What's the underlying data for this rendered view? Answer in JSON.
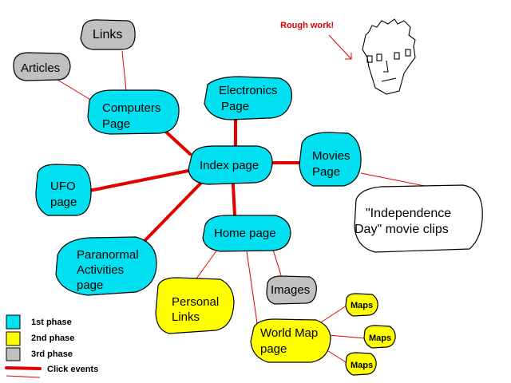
{
  "colors": {
    "phase1": "#00e0f0",
    "phase2": "#ffff00",
    "phase3": "#c0c0c0",
    "link": "#e00000",
    "note": "#e00000",
    "white": "#ffffff"
  },
  "nodes": {
    "index": {
      "lines": [
        "Index page"
      ],
      "phase": "1"
    },
    "computers": {
      "lines": [
        "Computers",
        "Page"
      ],
      "phase": "1"
    },
    "electronics": {
      "lines": [
        "Electronics",
        "Page"
      ],
      "phase": "1"
    },
    "movies": {
      "lines": [
        "Movies",
        "Page"
      ],
      "phase": "1"
    },
    "ufo": {
      "lines": [
        "UFO",
        "page"
      ],
      "phase": "1"
    },
    "paranormal": {
      "lines": [
        "Paranormal",
        "Activities",
        "page"
      ],
      "phase": "1"
    },
    "home": {
      "lines": [
        "Home page"
      ],
      "phase": "1"
    },
    "links": {
      "lines": [
        "Links"
      ],
      "phase": "3"
    },
    "articles": {
      "lines": [
        "Articles"
      ],
      "phase": "3"
    },
    "images": {
      "lines": [
        "Images"
      ],
      "phase": "3"
    },
    "personal": {
      "lines": [
        "Personal",
        "Links"
      ],
      "phase": "2"
    },
    "worldmap": {
      "lines": [
        "World Map",
        "page"
      ],
      "phase": "2"
    },
    "maps1": {
      "lines": [
        "Maps"
      ],
      "phase": "2"
    },
    "maps2": {
      "lines": [
        "Maps"
      ],
      "phase": "2"
    },
    "maps3": {
      "lines": [
        "Maps"
      ],
      "phase": "2"
    },
    "independence": {
      "lines": [
        "\"Independence",
        "Day\" movie clips"
      ],
      "phase": "white"
    }
  },
  "note": {
    "text": "Rough work!"
  },
  "legend": {
    "phase1": "1st phase",
    "phase2": "2nd phase",
    "phase3": "3rd phase",
    "click": "Click events"
  }
}
